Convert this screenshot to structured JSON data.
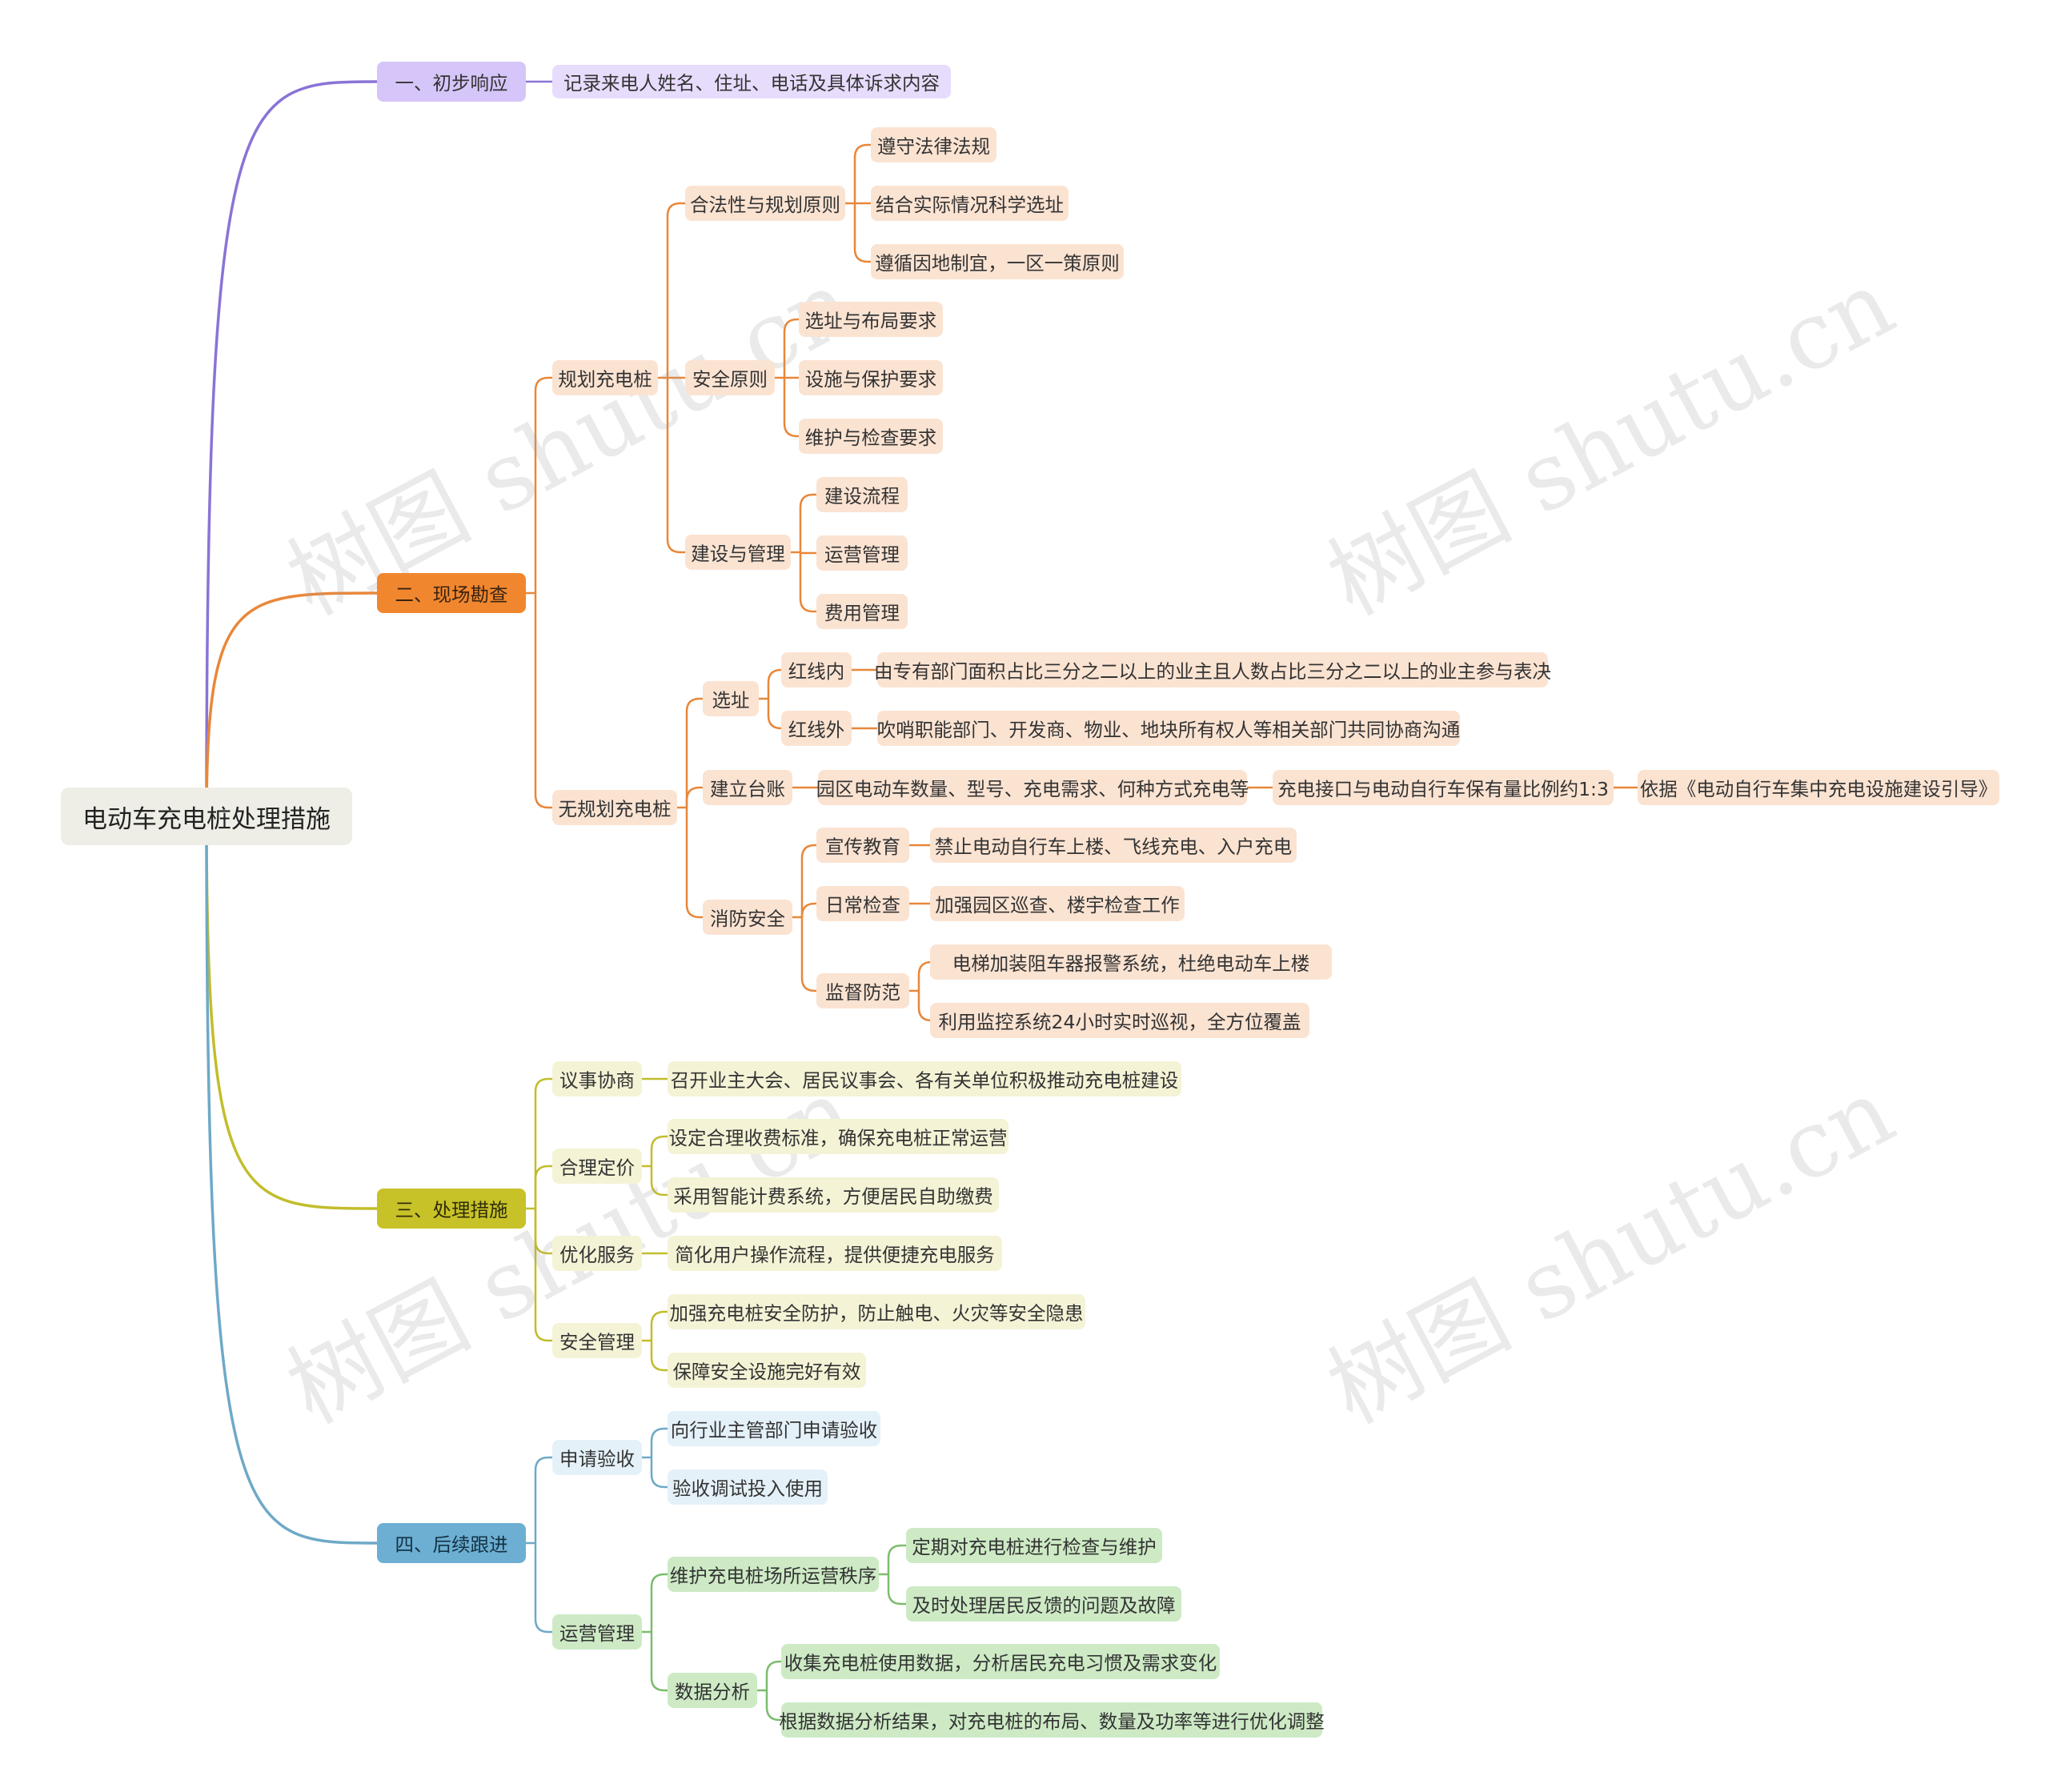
{
  "title": "电动车充电桩处理措施",
  "watermark": "树图 shutu.cn",
  "colors": {
    "purple": "#8a73d6",
    "orange": "#e8873a",
    "yellow": "#c2bd2c",
    "blue": "#6ea9c7",
    "green": "#7bbd6e"
  },
  "branches": [
    {
      "label": "一、初步响应",
      "children": [
        {
          "label": "记录来电人姓名、住址、电话及具体诉求内容"
        }
      ]
    },
    {
      "label": "二、现场勘查",
      "children": [
        {
          "label": "规划充电桩",
          "children": [
            {
              "label": "合法性与规划原则",
              "children": [
                {
                  "label": "遵守法律法规"
                },
                {
                  "label": "结合实际情况科学选址"
                },
                {
                  "label": "遵循因地制宜，一区一策原则"
                }
              ]
            },
            {
              "label": "安全原则",
              "children": [
                {
                  "label": "选址与布局要求"
                },
                {
                  "label": "设施与保护要求"
                },
                {
                  "label": "维护与检查要求"
                }
              ]
            },
            {
              "label": "建设与管理",
              "children": [
                {
                  "label": "建设流程"
                },
                {
                  "label": "运营管理"
                },
                {
                  "label": "费用管理"
                }
              ]
            }
          ]
        },
        {
          "label": "无规划充电桩",
          "children": [
            {
              "label": "选址",
              "children": [
                {
                  "label": "红线内",
                  "children": [
                    {
                      "label": "由专有部门面积占比三分之二以上的业主且人数占比三分之二以上的业主参与表决"
                    }
                  ]
                },
                {
                  "label": "红线外",
                  "children": [
                    {
                      "label": "吹哨职能部门、开发商、物业、地块所有权人等相关部门共同协商沟通"
                    }
                  ]
                }
              ]
            },
            {
              "label": "建立台账",
              "children": [
                {
                  "label": "园区电动车数量、型号、充电需求、何种方式充电等",
                  "children": [
                    {
                      "label": "充电接口与电动自行车保有量比例约1:3",
                      "children": [
                        {
                          "label": "依据《电动自行车集中充电设施建设引导》"
                        }
                      ]
                    }
                  ]
                }
              ]
            },
            {
              "label": "消防安全",
              "children": [
                {
                  "label": "宣传教育",
                  "children": [
                    {
                      "label": "禁止电动自行车上楼、飞线充电、入户充电"
                    }
                  ]
                },
                {
                  "label": "日常检查",
                  "children": [
                    {
                      "label": "加强园区巡查、楼宇检查工作"
                    }
                  ]
                },
                {
                  "label": "监督防范",
                  "children": [
                    {
                      "label": "电梯加装阻车器报警系统，杜绝电动车上楼"
                    },
                    {
                      "label": "利用监控系统24小时实时巡视，全方位覆盖"
                    }
                  ]
                }
              ]
            }
          ]
        }
      ]
    },
    {
      "label": "三、处理措施",
      "children": [
        {
          "label": "议事协商",
          "children": [
            {
              "label": "召开业主大会、居民议事会、各有关单位积极推动充电桩建设"
            }
          ]
        },
        {
          "label": "合理定价",
          "children": [
            {
              "label": "设定合理收费标准，确保充电桩正常运营"
            },
            {
              "label": "采用智能计费系统，方便居民自助缴费"
            }
          ]
        },
        {
          "label": "优化服务",
          "children": [
            {
              "label": "简化用户操作流程，提供便捷充电服务"
            }
          ]
        },
        {
          "label": "安全管理",
          "children": [
            {
              "label": "加强充电桩安全防护，防止触电、火灾等安全隐患"
            },
            {
              "label": "保障安全设施完好有效"
            }
          ]
        }
      ]
    },
    {
      "label": "四、后续跟进",
      "children": [
        {
          "label": "申请验收",
          "children": [
            {
              "label": "向行业主管部门申请验收"
            },
            {
              "label": "验收调试投入使用"
            }
          ]
        },
        {
          "label": "运营管理",
          "children": [
            {
              "label": "维护充电桩场所运营秩序",
              "children": [
                {
                  "label": "定期对充电桩进行检查与维护"
                },
                {
                  "label": "及时处理居民反馈的问题及故障"
                }
              ]
            },
            {
              "label": "数据分析",
              "children": [
                {
                  "label": "收集充电桩使用数据，分析居民充电习惯及需求变化"
                },
                {
                  "label": "根据数据分析结果，对充电桩的布局、数量及功率等进行优化调整"
                }
              ]
            }
          ]
        }
      ]
    }
  ]
}
